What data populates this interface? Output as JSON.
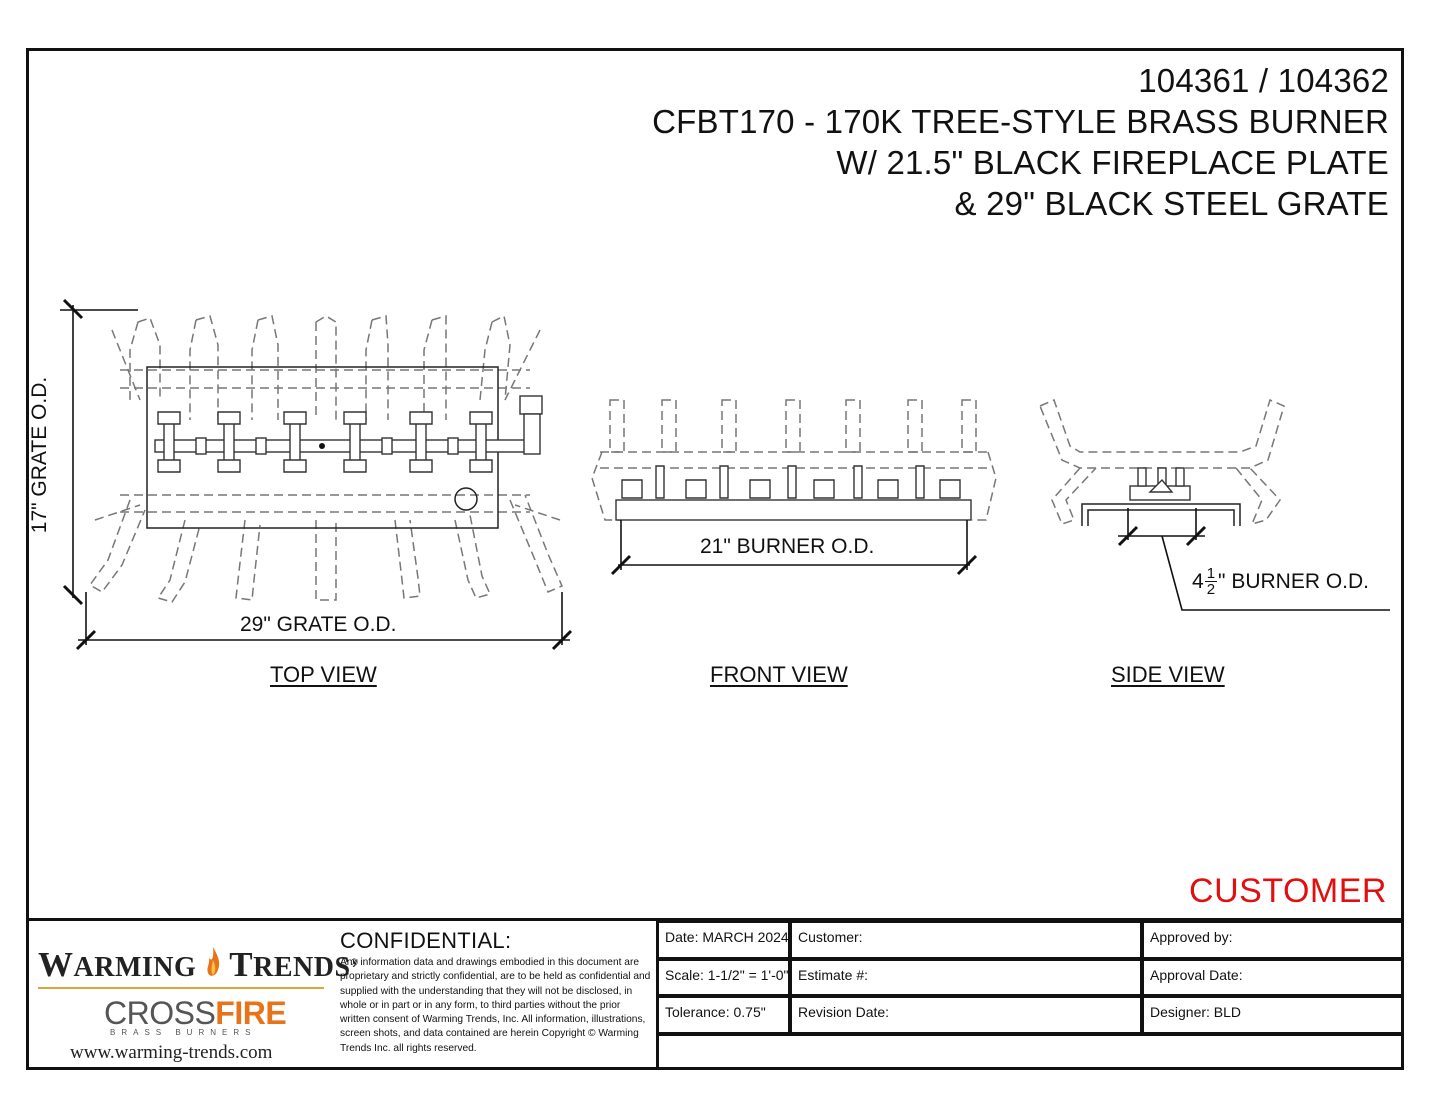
{
  "title": {
    "line1": "104361 / 104362",
    "line2": "CFBT170 - 170K TREE-STYLE BRASS BURNER",
    "line3": "W/ 21.5\" BLACK FIREPLACE PLATE",
    "line4": "& 29\" BLACK STEEL GRATE"
  },
  "views": {
    "top": "TOP VIEW",
    "front": "FRONT VIEW",
    "side": "SIDE VIEW"
  },
  "dimensions": {
    "grate_height": "17\" GRATE O.D.",
    "grate_width": "29\" GRATE O.D.",
    "burner_front": "21\" BURNER O.D.",
    "burner_side_prefix": "4",
    "burner_side_num": "1",
    "burner_side_den": "2",
    "burner_side_suffix": "\" BURNER O.D."
  },
  "stamp": "CUSTOMER",
  "stamp_color": "#e01010",
  "logo": {
    "brand_w": "W",
    "brand_rest1": "ARMING",
    "brand_t": "T",
    "brand_rest2": "RENDS",
    "reg": "®",
    "cross": "CROSS",
    "fire": "FIRE",
    "sub": "BRASS BURNERS",
    "website": "www.warming-trends.com",
    "flame_color": "#e8741a"
  },
  "confidential": {
    "heading": "CONFIDENTIAL:",
    "body": "Any information data and drawings embodied in this document are proprietary and strictly confidential, are to be held as confidential and supplied with the understanding that they will not be disclosed, in whole or in part or in any form, to third parties without the prior written consent of Warming Trends, Inc. All information, illustrations, screen shots, and data contained are herein Copyright © Warming Trends Inc. all rights reserved."
  },
  "title_block": {
    "date": "Date: MARCH 2024",
    "scale": "Scale: 1-1/2\" = 1'-0\"",
    "tolerance": "Tolerance: 0.75\"",
    "customer": "Customer:",
    "estimate": "Estimate #:",
    "revision": "Revision Date:",
    "approved_by": "Approved by:",
    "approval_date": "Approval Date:",
    "designer": "Designer: BLD"
  }
}
